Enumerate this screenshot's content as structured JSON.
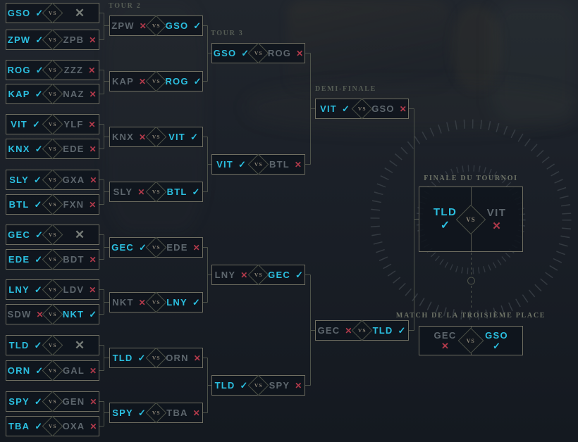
{
  "marks": {
    "win": "✓",
    "loss": "✕",
    "bye": "✕"
  },
  "labels": {
    "vs": "VS"
  },
  "colors": {
    "win": "#2bbfe0",
    "loss_x": "#b23a4b",
    "loss_text": "#5d666d",
    "bye_x": "#777d78",
    "box_border": "#6f6e61",
    "box_bg": "rgba(15,21,28,0.88)",
    "wire": "#4d5249",
    "label_dim": "#565d55",
    "label_bright": "#6e7366",
    "vs_text": "#8a8375",
    "vs_border": "#4b5046",
    "divider": "#55564d",
    "deco_tick": "#3d444b"
  },
  "bracket": {
    "round1": {
      "matches": [
        {
          "left": {
            "name": "GSO",
            "result": "win"
          },
          "right": {
            "name": "",
            "result": "bye"
          }
        },
        {
          "left": {
            "name": "ZPW",
            "result": "win"
          },
          "right": {
            "name": "ZPB",
            "result": "loss"
          }
        },
        {
          "left": {
            "name": "ROG",
            "result": "win"
          },
          "right": {
            "name": "ZZZ",
            "result": "loss"
          }
        },
        {
          "left": {
            "name": "KAP",
            "result": "win"
          },
          "right": {
            "name": "NAZ",
            "result": "loss"
          }
        },
        {
          "left": {
            "name": "VIT",
            "result": "win"
          },
          "right": {
            "name": "YLF",
            "result": "loss"
          }
        },
        {
          "left": {
            "name": "KNX",
            "result": "win"
          },
          "right": {
            "name": "EDE",
            "result": "loss"
          }
        },
        {
          "left": {
            "name": "SLY",
            "result": "win"
          },
          "right": {
            "name": "GXA",
            "result": "loss"
          }
        },
        {
          "left": {
            "name": "BTL",
            "result": "win"
          },
          "right": {
            "name": "FXN",
            "result": "loss"
          }
        },
        {
          "left": {
            "name": "GEC",
            "result": "win"
          },
          "right": {
            "name": "",
            "result": "bye"
          }
        },
        {
          "left": {
            "name": "EDE",
            "result": "win"
          },
          "right": {
            "name": "BDT",
            "result": "loss"
          }
        },
        {
          "left": {
            "name": "LNY",
            "result": "win"
          },
          "right": {
            "name": "LDV",
            "result": "loss"
          }
        },
        {
          "left": {
            "name": "SDW",
            "result": "loss"
          },
          "right": {
            "name": "NKT",
            "result": "win"
          }
        },
        {
          "left": {
            "name": "TLD",
            "result": "win"
          },
          "right": {
            "name": "",
            "result": "bye"
          }
        },
        {
          "left": {
            "name": "ORN",
            "result": "win"
          },
          "right": {
            "name": "GAL",
            "result": "loss"
          }
        },
        {
          "left": {
            "name": "SPY",
            "result": "win"
          },
          "right": {
            "name": "GEN",
            "result": "loss"
          }
        },
        {
          "left": {
            "name": "TBA",
            "result": "win"
          },
          "right": {
            "name": "OXA",
            "result": "loss"
          }
        }
      ]
    },
    "round2": {
      "title": "TOUR 2",
      "matches": [
        {
          "left": {
            "name": "ZPW",
            "result": "loss"
          },
          "right": {
            "name": "GSO",
            "result": "win"
          }
        },
        {
          "left": {
            "name": "KAP",
            "result": "loss"
          },
          "right": {
            "name": "ROG",
            "result": "win"
          }
        },
        {
          "left": {
            "name": "KNX",
            "result": "loss"
          },
          "right": {
            "name": "VIT",
            "result": "win"
          }
        },
        {
          "left": {
            "name": "SLY",
            "result": "loss"
          },
          "right": {
            "name": "BTL",
            "result": "win"
          }
        },
        {
          "left": {
            "name": "GEC",
            "result": "win"
          },
          "right": {
            "name": "EDE",
            "result": "loss"
          }
        },
        {
          "left": {
            "name": "NKT",
            "result": "loss"
          },
          "right": {
            "name": "LNY",
            "result": "win"
          }
        },
        {
          "left": {
            "name": "TLD",
            "result": "win"
          },
          "right": {
            "name": "ORN",
            "result": "loss"
          }
        },
        {
          "left": {
            "name": "SPY",
            "result": "win"
          },
          "right": {
            "name": "TBA",
            "result": "loss"
          }
        }
      ]
    },
    "round3": {
      "title": "TOUR 3",
      "matches": [
        {
          "left": {
            "name": "GSO",
            "result": "win"
          },
          "right": {
            "name": "ROG",
            "result": "loss"
          }
        },
        {
          "left": {
            "name": "VIT",
            "result": "win"
          },
          "right": {
            "name": "BTL",
            "result": "loss"
          }
        },
        {
          "left": {
            "name": "LNY",
            "result": "loss"
          },
          "right": {
            "name": "GEC",
            "result": "win"
          }
        },
        {
          "left": {
            "name": "TLD",
            "result": "win"
          },
          "right": {
            "name": "SPY",
            "result": "loss"
          }
        }
      ]
    },
    "semifinals": {
      "title": "DEMI-FINALE",
      "matches": [
        {
          "left": {
            "name": "VIT",
            "result": "win"
          },
          "right": {
            "name": "GSO",
            "result": "loss"
          }
        },
        {
          "left": {
            "name": "GEC",
            "result": "loss"
          },
          "right": {
            "name": "TLD",
            "result": "win"
          }
        }
      ]
    },
    "final": {
      "title": "FINALE DU TOURNOI",
      "match": {
        "left": {
          "name": "TLD",
          "result": "win"
        },
        "right": {
          "name": "VIT",
          "result": "loss"
        }
      }
    },
    "third_place": {
      "title": "MATCH DE LA TROISIÈME PLACE",
      "match": {
        "left": {
          "name": "GEC",
          "result": "loss"
        },
        "right": {
          "name": "GSO",
          "result": "win"
        }
      }
    }
  }
}
